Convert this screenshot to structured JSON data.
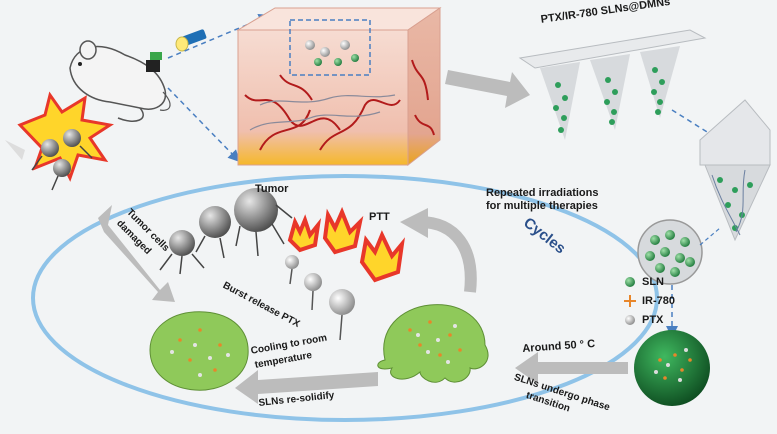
{
  "labels": {
    "title_dmn": "PTX/IR-780 SLNs@DMNs",
    "tumor": "Tumor",
    "ptt": "PTT",
    "repeated_1": "Repeated irradiations",
    "repeated_2": "for multiple therapies",
    "cycles": "Cycles",
    "tumor_cells_1": "Tumor cells",
    "tumor_cells_2": "damaged",
    "burst_release": "Burst release PTX",
    "cooling_1": "Cooling to room",
    "cooling_2": "temperature",
    "resolidify": "SLNs re-solidify",
    "around_50": "Around 50 ° C",
    "phase_1": "SLNs undergo phase",
    "phase_2": "transition"
  },
  "legend": [
    {
      "label": "SLN",
      "color": "#2e9e5b",
      "icon": "green-sphere-icon"
    },
    {
      "label": "IR-780",
      "color": "#e8862a",
      "icon": "orange-star-icon"
    },
    {
      "label": "PTX",
      "color": "#b8b8b8",
      "icon": "grey-sphere-icon"
    }
  ],
  "colors": {
    "arrow_gray": "#bcbcbc",
    "dashed_blue": "#4a7fc1",
    "cycle_ring": "#8fc3e8",
    "sln_green": "#2e9e5b",
    "tumor_gray": "#7a7a7a",
    "flame_red": "#e8372a",
    "flame_yellow": "#ffd52a",
    "skin_pink": "#f2c9bd"
  }
}
